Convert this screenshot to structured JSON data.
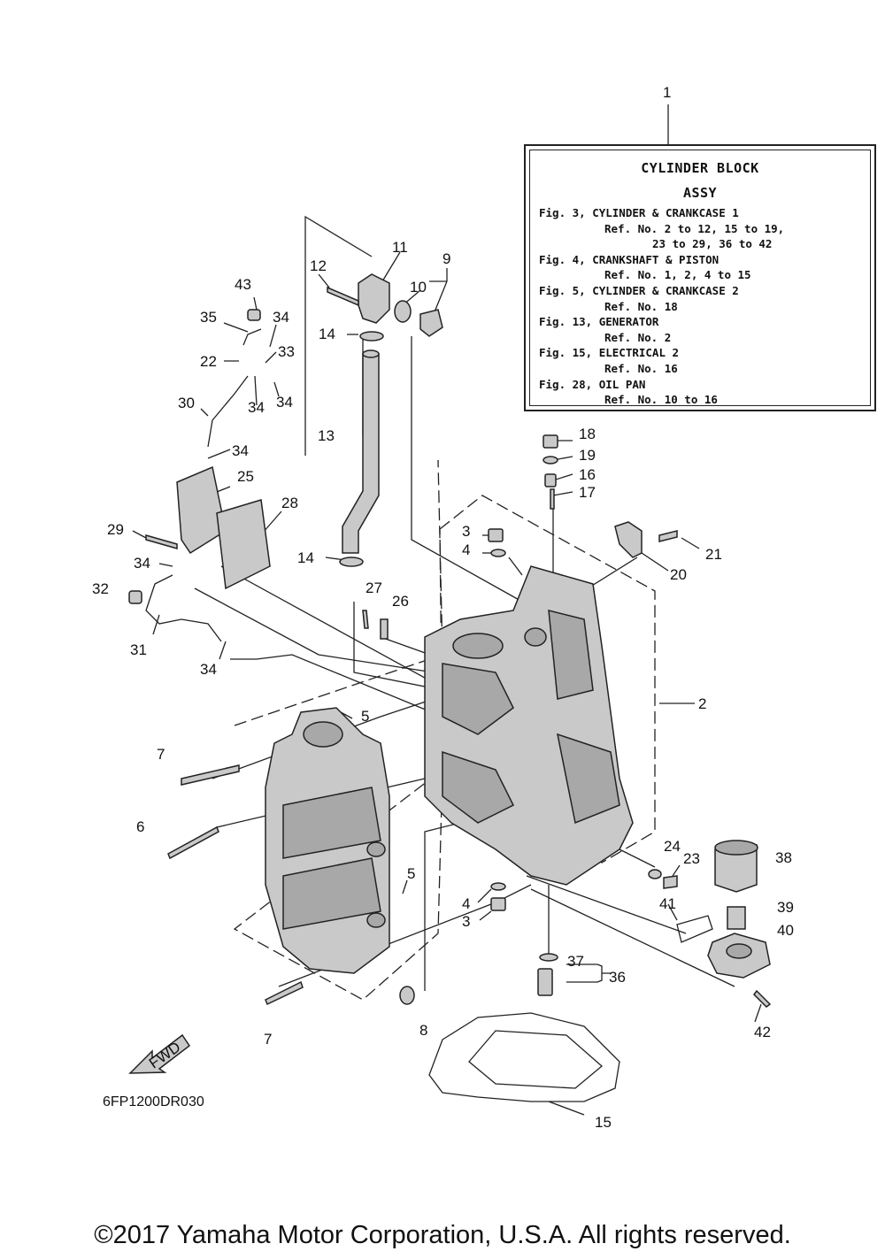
{
  "infobox": {
    "callout": "1",
    "title_line1": "CYLINDER BLOCK",
    "title_line2": "ASSY",
    "figures": [
      {
        "fig": "Fig. 3, CYLINDER & CRANKCASE 1",
        "refs": [
          "Ref. No. 2 to 12, 15 to 19,",
          "23 to 29, 36 to 42"
        ]
      },
      {
        "fig": "Fig. 4, CRANKSHAFT & PISTON",
        "refs": [
          "Ref. No. 1, 2, 4 to 15"
        ]
      },
      {
        "fig": "Fig. 5, CYLINDER & CRANKCASE 2",
        "refs": [
          "Ref. No. 18"
        ]
      },
      {
        "fig": "Fig. 13, GENERATOR",
        "refs": [
          "Ref. No. 2"
        ]
      },
      {
        "fig": "Fig. 15, ELECTRICAL 2",
        "refs": [
          "Ref. No. 16"
        ]
      },
      {
        "fig": "Fig. 28, OIL PAN",
        "refs": [
          "Ref. No. 10 to 16"
        ]
      }
    ]
  },
  "callouts": {
    "c2": "2",
    "c3a": "3",
    "c3b": "3",
    "c4a": "4",
    "c4b": "4",
    "c5a": "5",
    "c5b": "5",
    "c6": "6",
    "c7a": "7",
    "c7b": "7",
    "c8": "8",
    "c9": "9",
    "c10": "10",
    "c11": "11",
    "c12": "12",
    "c13": "13",
    "c14a": "14",
    "c14b": "14",
    "c15": "15",
    "c16": "16",
    "c17": "17",
    "c18": "18",
    "c19": "19",
    "c20": "20",
    "c21": "21",
    "c22": "22",
    "c23": "23",
    "c24": "24",
    "c25": "25",
    "c26": "26",
    "c27": "27",
    "c28": "28",
    "c29": "29",
    "c30": "30",
    "c31": "31",
    "c32": "32",
    "c33": "33",
    "c34a": "34",
    "c34b": "34",
    "c34c": "34",
    "c34d": "34",
    "c34e": "34",
    "c34f": "34",
    "c35": "35",
    "c36": "36",
    "c37": "37",
    "c38": "38",
    "c39": "39",
    "c40": "40",
    "c41": "41",
    "c42": "42",
    "c43": "43"
  },
  "fwd_label": "FWD",
  "diagram_code": "6FP1200DR030",
  "copyright": "©2017 Yamaha Motor Corporation, U.S.A. All rights reserved."
}
